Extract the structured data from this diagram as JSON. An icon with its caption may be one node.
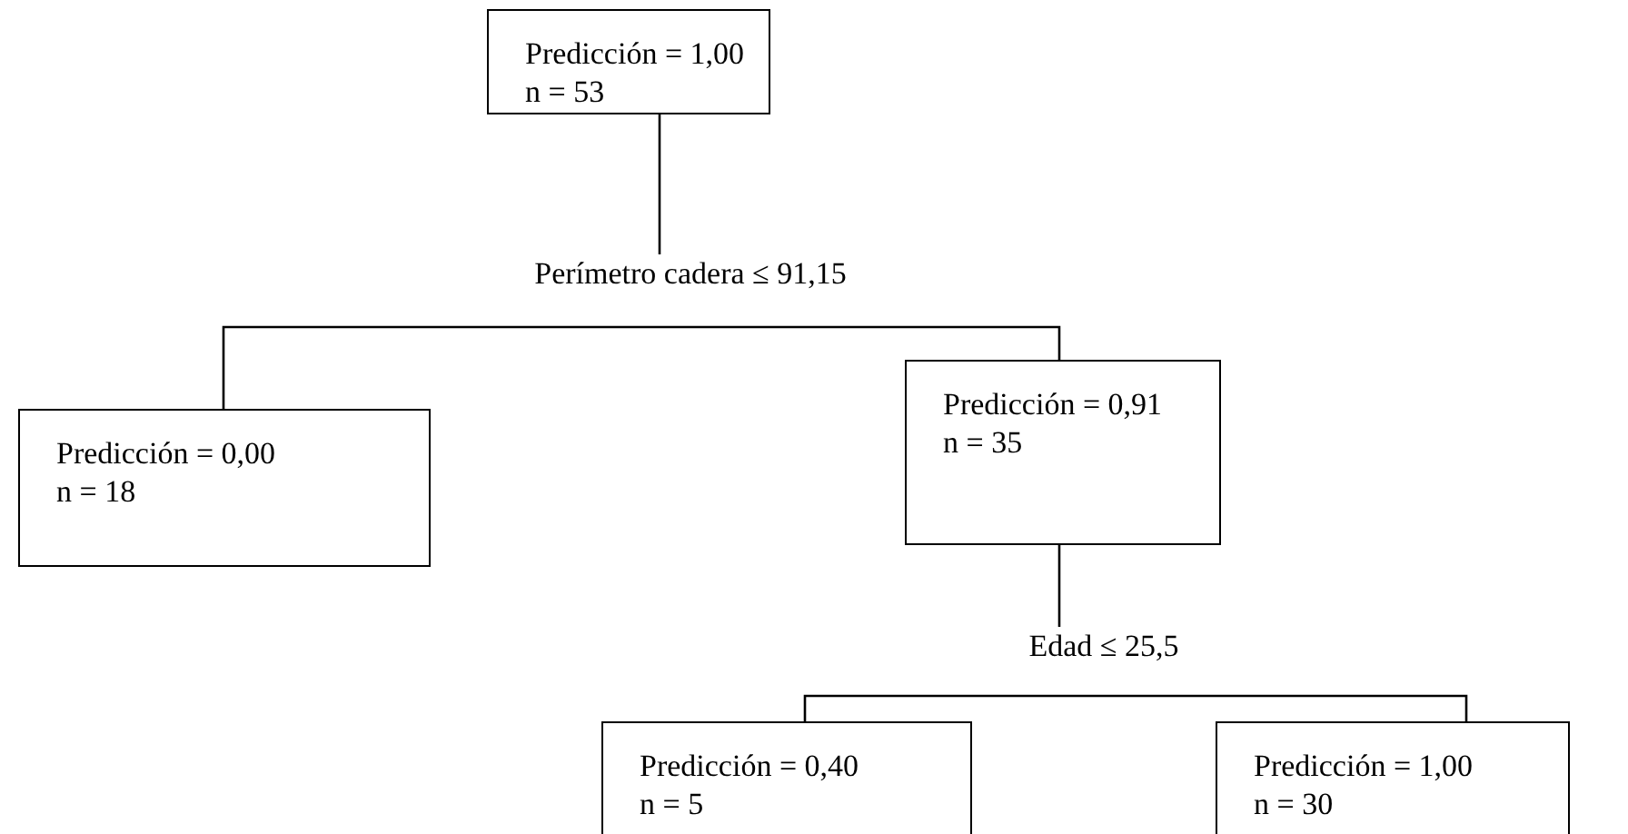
{
  "diagram": {
    "nodes": [
      {
        "text": [
          "Predicción = 1,00",
          "n = 53"
        ]
      },
      {
        "text": [
          "Perímetro cadera ≤ 91,15"
        ]
      },
      {
        "text": [
          "Predicción = 0,00",
          "n = 18"
        ]
      },
      {
        "text": [
          "Predicción = 0,91",
          "n = 35"
        ]
      },
      {
        "text": [
          "Edad ≤ 25,5"
        ]
      },
      {
        "text": [
          "Predicción = 0,40",
          "n = 5"
        ]
      },
      {
        "text": [
          "Predicción = 1,00",
          "n = 30"
        ]
      }
    ],
    "edges": [
      {
        "from": 0,
        "to": 1,
        "arrow": "none"
      },
      {
        "from": 1,
        "to": 2,
        "arrow": "none"
      },
      {
        "from": 1,
        "to": 3,
        "arrow": "none"
      },
      {
        "from": 3,
        "to": 4,
        "arrow": "none"
      },
      {
        "from": 4,
        "to": 5,
        "arrow": "none"
      },
      {
        "from": 4,
        "to": 6,
        "arrow": "none"
      }
    ]
  }
}
